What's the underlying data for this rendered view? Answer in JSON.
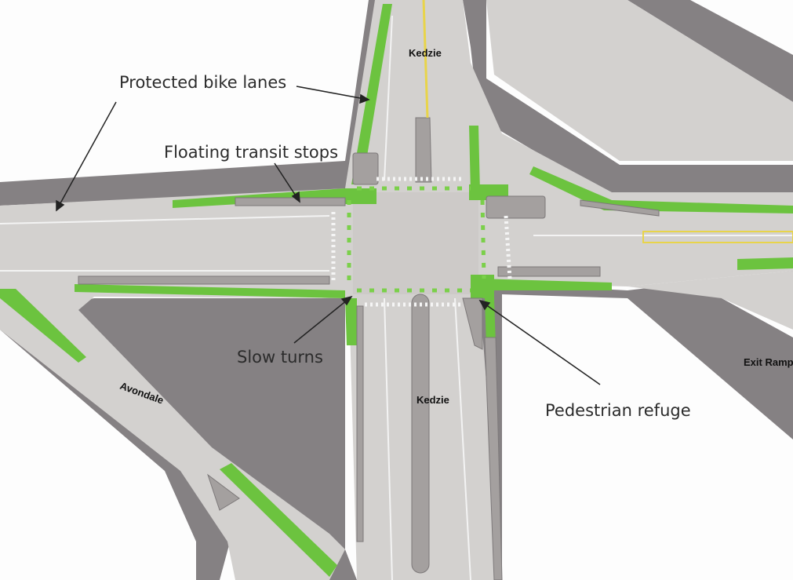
{
  "callouts": {
    "bike_lanes": "Protected bike lanes",
    "transit_stops": "Floating transit stops",
    "slow_turns": "Slow turns",
    "ped_refuge": "Pedestrian refuge"
  },
  "streets": {
    "kedzie_north": "Kedzie",
    "kedzie_south": "Kedzie",
    "avondale": "Avondale",
    "exit_ramp": "Exit Ramp"
  },
  "colors": {
    "road": "#d3d1cf",
    "curb": "#858183",
    "bike_lane": "#6cc33f",
    "median": "#a4a09f"
  }
}
